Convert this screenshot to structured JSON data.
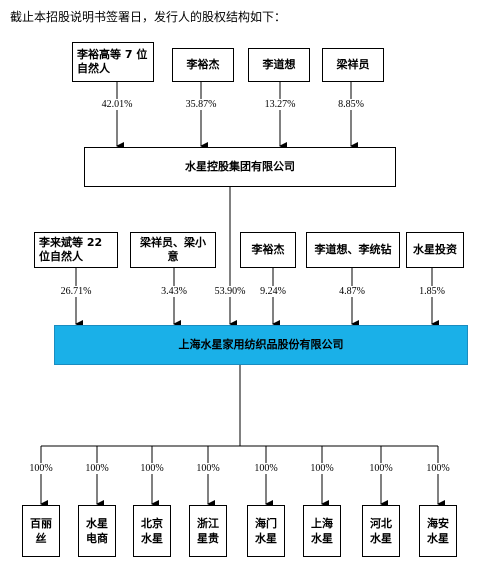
{
  "intro": "截止本招股说明书签署日，发行人的股权结构如下：",
  "top_shareholders": [
    {
      "name": "李裕高等 7 位自然人",
      "pct": "42.01%"
    },
    {
      "name": "李裕杰",
      "pct": "35.87%"
    },
    {
      "name": "李道想",
      "pct": "13.27%"
    },
    {
      "name": "梁祥员",
      "pct": "8.85%"
    }
  ],
  "holding_company": {
    "name": "水星控股集团有限公司",
    "pct": "53.90%"
  },
  "mid_shareholders": [
    {
      "name": "李来斌等 22 位自然人",
      "pct": "26.71%"
    },
    {
      "name": "梁祥员、梁小意",
      "pct": "3.43%"
    },
    {
      "name": "李裕杰",
      "pct": "9.24%"
    },
    {
      "name": "李道想、李统钻",
      "pct": "4.87%"
    },
    {
      "name": "水星投资",
      "pct": "1.85%"
    }
  ],
  "issuer": {
    "name": "上海水星家用纺织品股份有限公司"
  },
  "subsidiaries": [
    {
      "name": "百丽丝",
      "pct": "100%"
    },
    {
      "name": "水星电商",
      "pct": "100%"
    },
    {
      "name": "北京水星",
      "pct": "100%"
    },
    {
      "name": "浙江星贵",
      "pct": "100%"
    },
    {
      "name": "海门水星",
      "pct": "100%"
    },
    {
      "name": "上海水星",
      "pct": "100%"
    },
    {
      "name": "河北水星",
      "pct": "100%"
    },
    {
      "name": "海安水星",
      "pct": "100%"
    }
  ]
}
